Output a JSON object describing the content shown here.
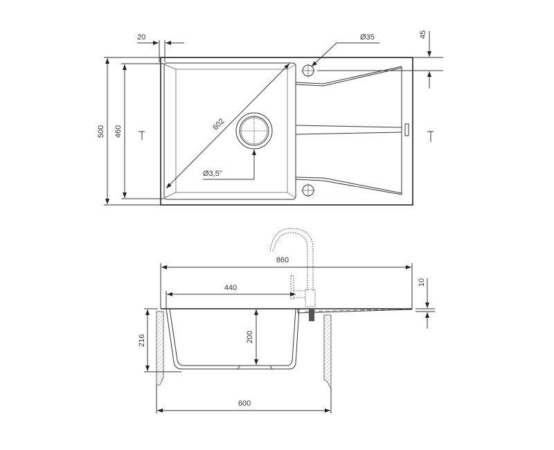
{
  "title": "Sink technical drawing",
  "top_view": {
    "dim_width_lip": "20",
    "dim_tap_hole": "Ø35",
    "dim_tap_offset": "45",
    "dim_outer_depth": "500",
    "dim_bowl_depth": "460",
    "dim_diagonal": "602",
    "dim_drain": "Ø3,5\""
  },
  "side_view": {
    "dim_total_width": "860",
    "dim_bowl_width": "440",
    "dim_drainer_height": "10",
    "dim_total_height": "216",
    "dim_bowl_height": "200",
    "dim_cabinet": "600"
  }
}
